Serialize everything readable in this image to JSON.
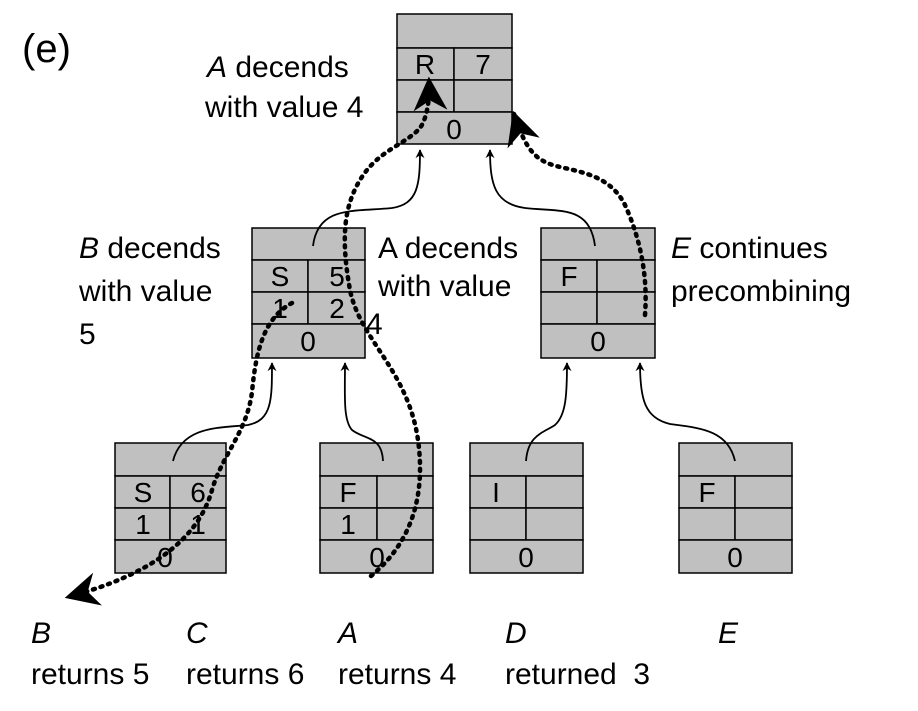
{
  "panel_label": "(e)",
  "nodes": {
    "root": {
      "r0c0": "",
      "r0c1": "",
      "r1c0": "R",
      "r1c1": "7",
      "r2c0": "",
      "r2c1": "",
      "bottom": "0"
    },
    "mid_left": {
      "r0c0": "",
      "r0c1": "",
      "r1c0": "S",
      "r1c1": "5",
      "r2c0": "1",
      "r2c1": "2",
      "bottom": "0"
    },
    "mid_right": {
      "r0c0": "",
      "r0c1": "",
      "r1c0": "F",
      "r1c1": "",
      "r2c0": "",
      "r2c1": "",
      "bottom": "0"
    },
    "leaf_b": {
      "r0c0": "",
      "r0c1": "",
      "r1c0": "S",
      "r1c1": "6",
      "r2c0": "1",
      "r2c1": "1",
      "bottom": "0"
    },
    "leaf_a": {
      "r0c0": "",
      "r0c1": "",
      "r1c0": "F",
      "r1c1": "",
      "r2c0": "1",
      "r2c1": "",
      "bottom": "0"
    },
    "leaf_d": {
      "r0c0": "",
      "r0c1": "",
      "r1c0": "I",
      "r1c1": "",
      "r2c0": "",
      "r2c1": "",
      "bottom": "0"
    },
    "leaf_e": {
      "r0c0": "",
      "r0c1": "",
      "r1c0": "F",
      "r1c1": "",
      "r2c0": "",
      "r2c1": "",
      "bottom": "0"
    }
  },
  "annotations": {
    "a_descends_top": {
      "name": "A",
      "line1": " decends",
      "line2": "with value 4"
    },
    "b_descends": {
      "name": "B",
      "line1": " decends",
      "line2": "with value",
      "line3": "5"
    },
    "a_descends_mid": {
      "line1": "A decends",
      "line2": "with value",
      "line3": "4"
    },
    "e_continues": {
      "name": "E",
      "line1": " continues",
      "line2": "precombining"
    }
  },
  "bottom_labels": [
    {
      "name": "B",
      "text": "returns 5"
    },
    {
      "name": "C",
      "text": "returns 6"
    },
    {
      "name": "A",
      "text": "returns 4"
    },
    {
      "name": "D",
      "text": "returned  3"
    },
    {
      "name": "E",
      "text": ""
    }
  ]
}
